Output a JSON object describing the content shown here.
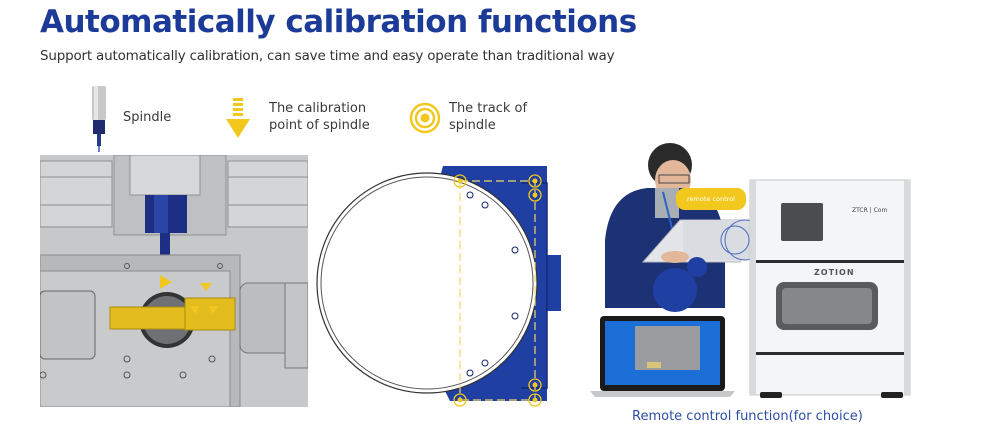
{
  "header": {
    "title": "Automatically calibration functions",
    "subtitle": "Support automatically calibration, can save time and easy operate than traditional way"
  },
  "legend": {
    "items": [
      {
        "icon": "spindle-icon",
        "label_lines": [
          "Spindle"
        ]
      },
      {
        "icon": "arrow-down-icon",
        "label_lines": [
          "The  calibration",
          "point of spindle"
        ]
      },
      {
        "icon": "target-rings-icon",
        "label_lines": [
          "The track of",
          "spindle"
        ]
      }
    ]
  },
  "figures": {
    "machine_diagram": {
      "description": "Grey machine bed with blue spindle and yellow calibration bar"
    },
    "rotary_diagram": {
      "description": "Blue rotary fixture with circular disc and yellow calibration points"
    },
    "remote_photo": {
      "bubble_text": "remote control",
      "machine_brand": "ZOTION",
      "machine_top_label": "ZTCR | Com"
    }
  },
  "caption": "Remote control function(for choice)",
  "colors": {
    "title_blue": "#1c3a97",
    "accent_yellow": "#f2c81f",
    "fixture_blue": "#1f3fa3",
    "caption_blue": "#2d4da8"
  }
}
